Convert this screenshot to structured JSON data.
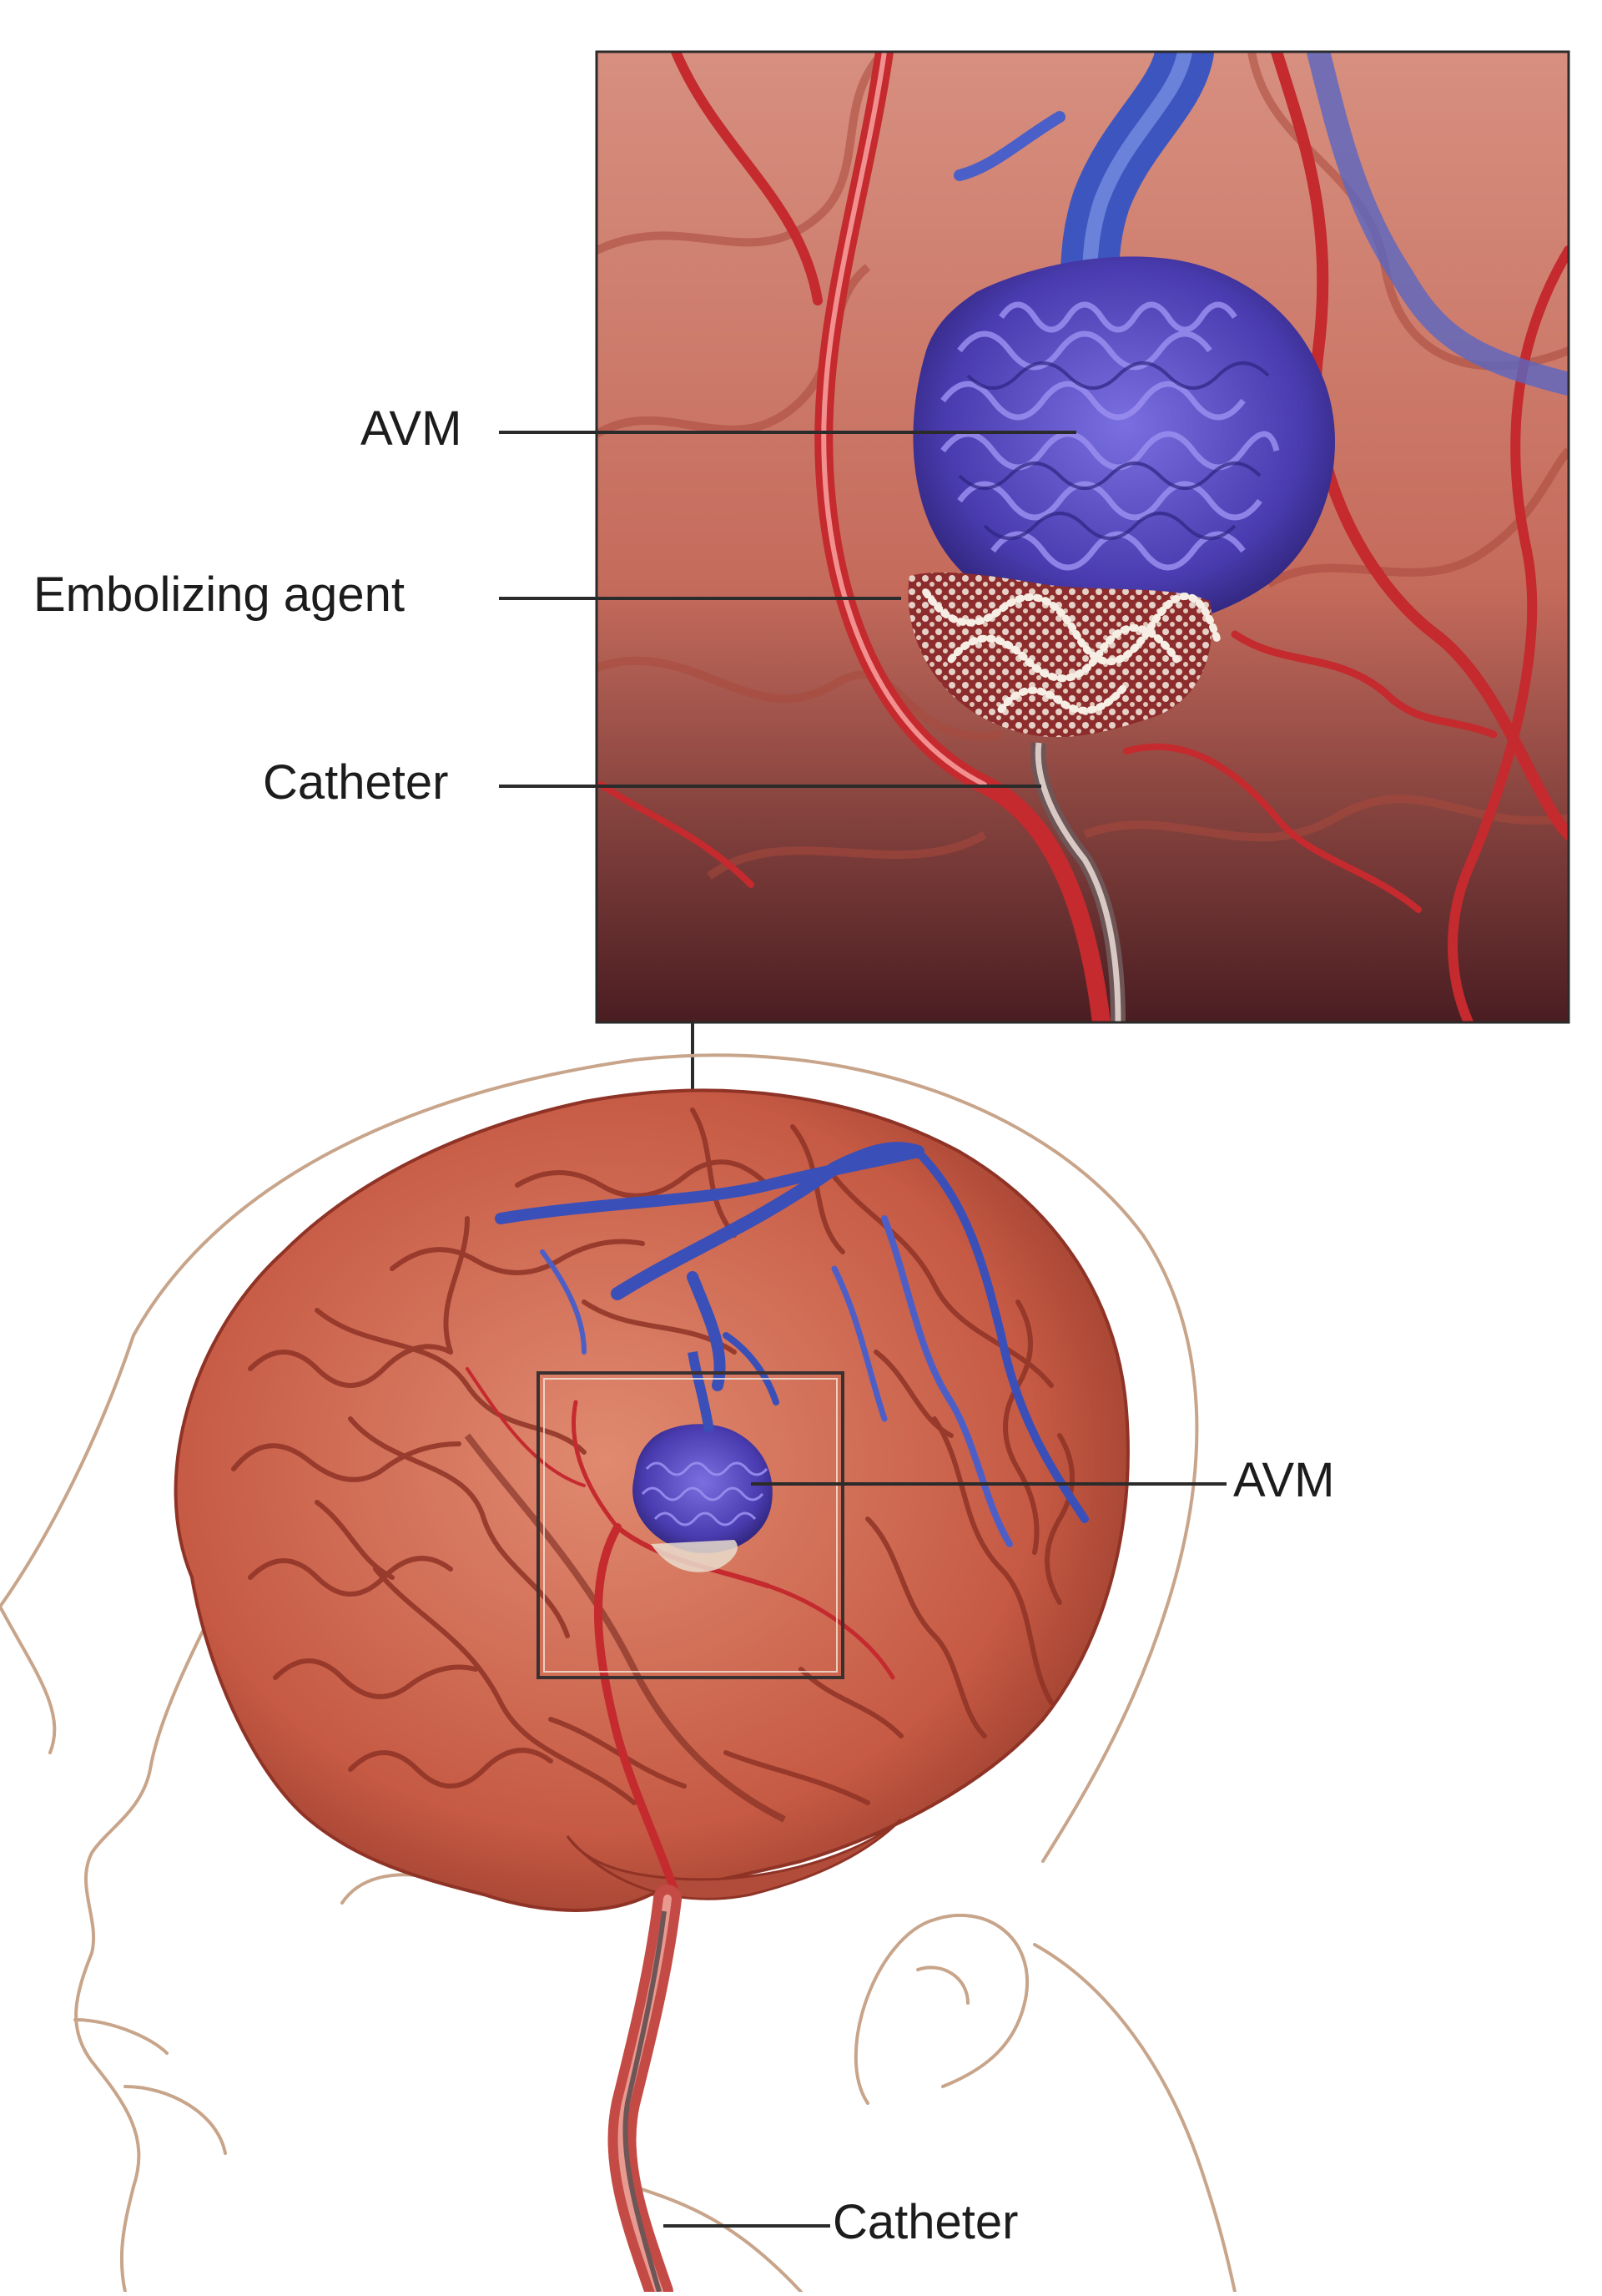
{
  "labels": {
    "inset_avm": "AVM",
    "inset_embolizing_agent": "Embolizing agent",
    "inset_catheter": "Catheter",
    "head_avm": "AVM",
    "head_catheter": "Catheter"
  },
  "colors": {
    "brain_fill": "#c9644e",
    "brain_fold": "#8f3326",
    "inset_bg": "#c66a5c",
    "artery": "#c42a2e",
    "vein": "#3b4fb8",
    "avm_nidus": "#4a3cb0",
    "embolic": "#f3e9dc",
    "head_outline": "#c8a58a",
    "leader_line": "#2b2b2b"
  }
}
